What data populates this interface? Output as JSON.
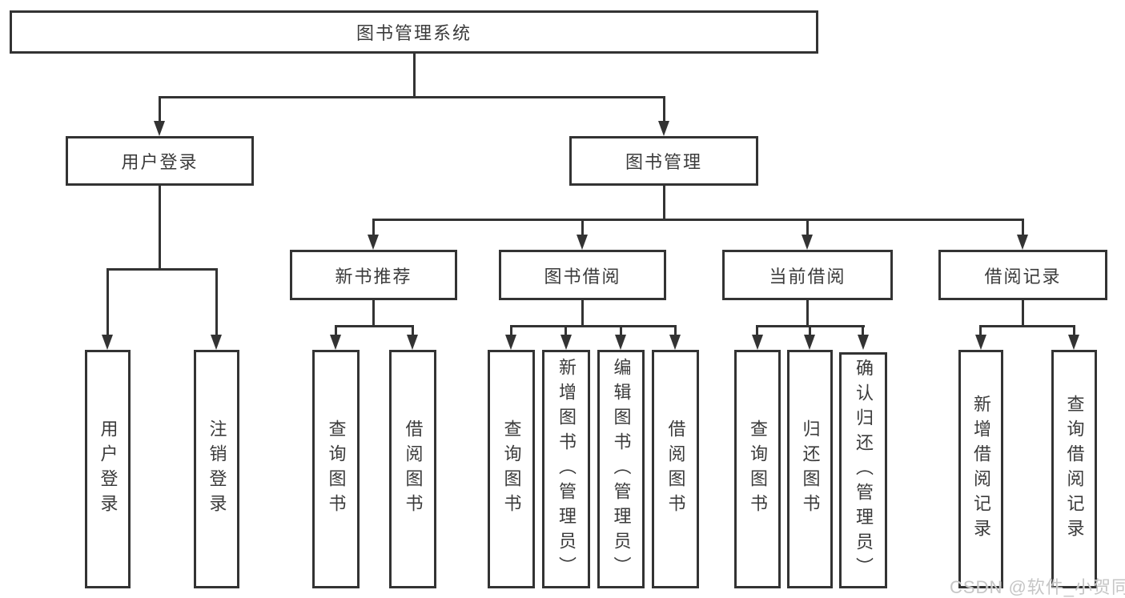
{
  "watermark": "CSDN @软件_小贺同学",
  "colors": {
    "line": "#333333",
    "text": "#3b3b3b",
    "box_background": "#ffffff",
    "watermark": "#c6c6c6"
  },
  "nodes": {
    "root": "图书管理系统",
    "level2": [
      "用户登录",
      "图书管理"
    ],
    "level3": [
      "新书推荐",
      "图书借阅",
      "当前借阅",
      "借阅记录"
    ],
    "leaves_user_login": [
      "用户登录",
      "注销登录"
    ],
    "leaves_new_book": [
      "查询图书",
      "借阅图书"
    ],
    "leaves_book_borrow": [
      "查询图书",
      "新增图书（管理员）",
      "编辑图书（管理员）",
      "借阅图书"
    ],
    "leaves_current_borrow": [
      "查询图书",
      "归还图书",
      "确认归还（管理员）"
    ],
    "leaves_borrow_record": [
      "新增借阅记录",
      "查询借阅记录"
    ]
  }
}
